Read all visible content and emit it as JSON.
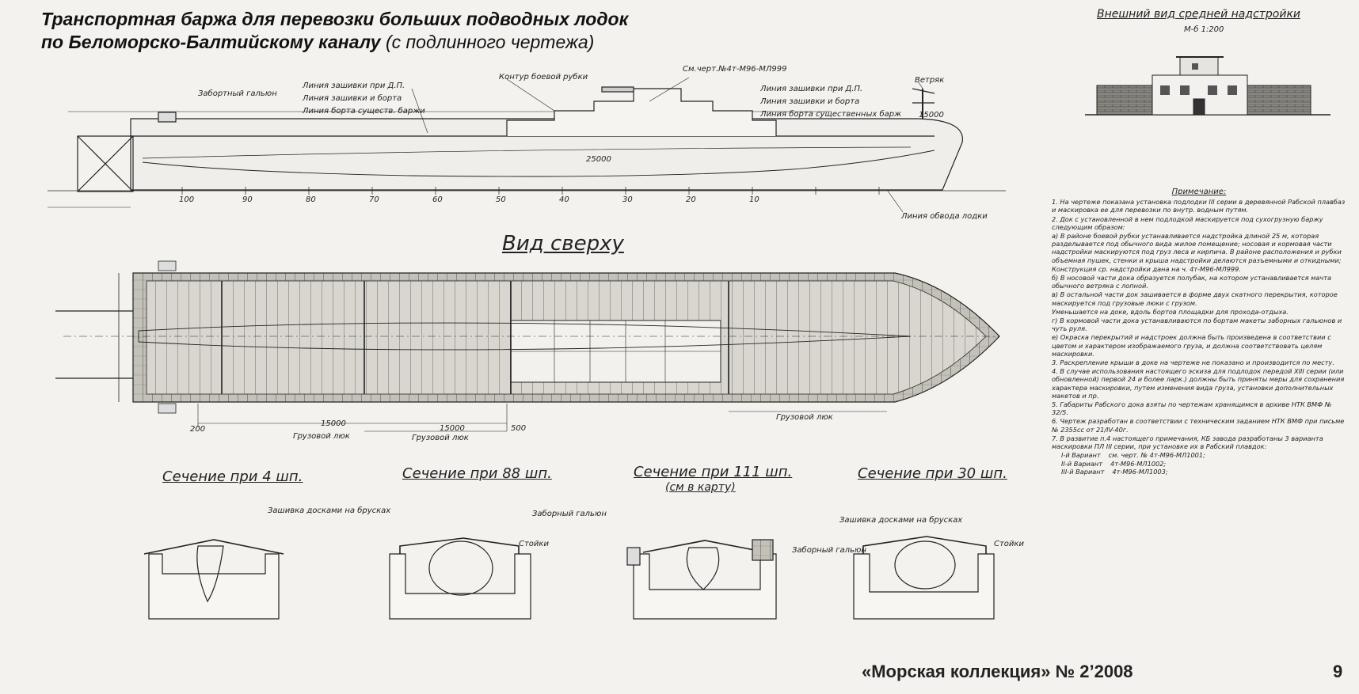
{
  "title": {
    "line1": "Транспортная баржа для перевозки больших подводных лодок",
    "line2_main": "по Беломорско-Балтийскому каналу",
    "line2_sub": "(с подлинного чертежа)"
  },
  "side_view": {
    "labels": {
      "ventilator_left": "Забортный гальюн",
      "line_a": "Линия зашивки при Д.П.",
      "line_b": "Линия зашивки и борта",
      "line_c": "Линия борта существ. баржи",
      "contour": "Контур боевой рубки",
      "drawing_ref": "См.черт.№4т-М96-МЛ999",
      "line_a2": "Линия зашивки при Д.П.",
      "line_b2": "Линия зашивки и борта",
      "line_c2": "Линия борта существенных барж",
      "deflector": "Ветряк",
      "dim_center": "25000",
      "dim_right": "15000",
      "bottom_line": "Линия обвода лодки"
    },
    "frame_numbers": [
      "100",
      "90",
      "80",
      "70",
      "60",
      "50",
      "40",
      "30",
      "20",
      "10"
    ]
  },
  "top_view": {
    "title": "Вид сверху",
    "labels": {
      "cargo_hold_1": "Грузовой люк",
      "cargo_hold_2": "Грузовой люк",
      "cargo_hold_3": "Грузовой люк",
      "dim_1": "15000",
      "dim_2": "15000",
      "left_dim": "200",
      "mid_dim": "500"
    }
  },
  "elevation": {
    "title": "Внешний вид средней надстройки",
    "scale": "М-б 1:200"
  },
  "sections": [
    {
      "title": "Сечение при 4 шп.",
      "label": "Зашивка досками на брусках"
    },
    {
      "title": "Сечение при 88 шп.",
      "label": "Заборный гальюн",
      "label2": "Стойки"
    },
    {
      "title": "Сечение при 111 шп.",
      "subtitle": "(см в карту)",
      "label": "Заборный гальюн"
    },
    {
      "title": "Сечение при 30 шп.",
      "label": "Зашивка досками на брусках",
      "label2": "Стойки"
    }
  ],
  "notes": {
    "heading": "Примечание:",
    "items": [
      "1. На чертеже показана установка подлодки III серии в деревянной Рабской плавбаз и маскировка ее для перевозки по внутр. водным путям.",
      "2. Док с установленной в нем подлодкой маскируется под сухогрузную баржу следующим образом:",
      "а) В районе боевой рубки устанавливается надстройка длиной 25 м, которая разделывается под обычного вида жилое помещение; носовая и кормовая части надстройки маскируются под груз леса и кирпича. В районе расположения и рубки объемная пушек, стенки и крыша надстройки делаются разъемными и откидными;",
      "Конструкция ср. надстройки дана на ч. 4т-М96-МЛ999.",
      "б) В носовой части дока образуется полубак, на котором устанавливается мачта обычного ветряка с лопной.",
      "в) В остальной части док зашивается в форме двух скатного перекрытия, которое маскируется под грузовые люки с грузом.",
      "Уменьшается на доке, вдоль бортов площадки для прохода-отдыха.",
      "г) В кормовой части дока устанавливаются по бортам макеты заборных гальюнов и чуть руля.",
      "е) Окраска перекрытий и надстроек должна быть произведена в соответствии с цветом и характером изображаемого груза, и должна соответствовать целям маскировки.",
      "3. Раскрепление крыши в доке на чертеже не показано и производится по месту.",
      "4. В случае использования настоящего эскиза для подлодок передой XIII серии (или обновленной) первой 24 и более ларк.) должны быть приняты меры для сохранения характера маскировки, путем изменения вида груза, установки дополнительных макетов и пр.",
      "5. Габариты Рабского дока взяты по чертежам хранящимся в архиве НТК ВМФ № 32/5.",
      "6. Чертеж разработан в соответствии с техническим заданием НТК ВМФ при письме № 2355сс от 21/IV-40г.",
      "7. В развитие п.4 настоящего примечания, КБ завода разработаны 3 варианта маскировки ПЛ III серии, при установке их в Рабский плавдок:"
    ],
    "variants": [
      {
        "name": "I-й Вариант",
        "ref": "см. черт. № 4т-М96-МЛ1001;"
      },
      {
        "name": "II-й Вариант",
        "ref": "4т-М96-МЛ1002;"
      },
      {
        "name": "III-й Вариант",
        "ref": "4т-М96-МЛ1003;"
      }
    ]
  },
  "footer": {
    "publication": "«Морская коллекция» № 2’2008",
    "page": "9"
  }
}
